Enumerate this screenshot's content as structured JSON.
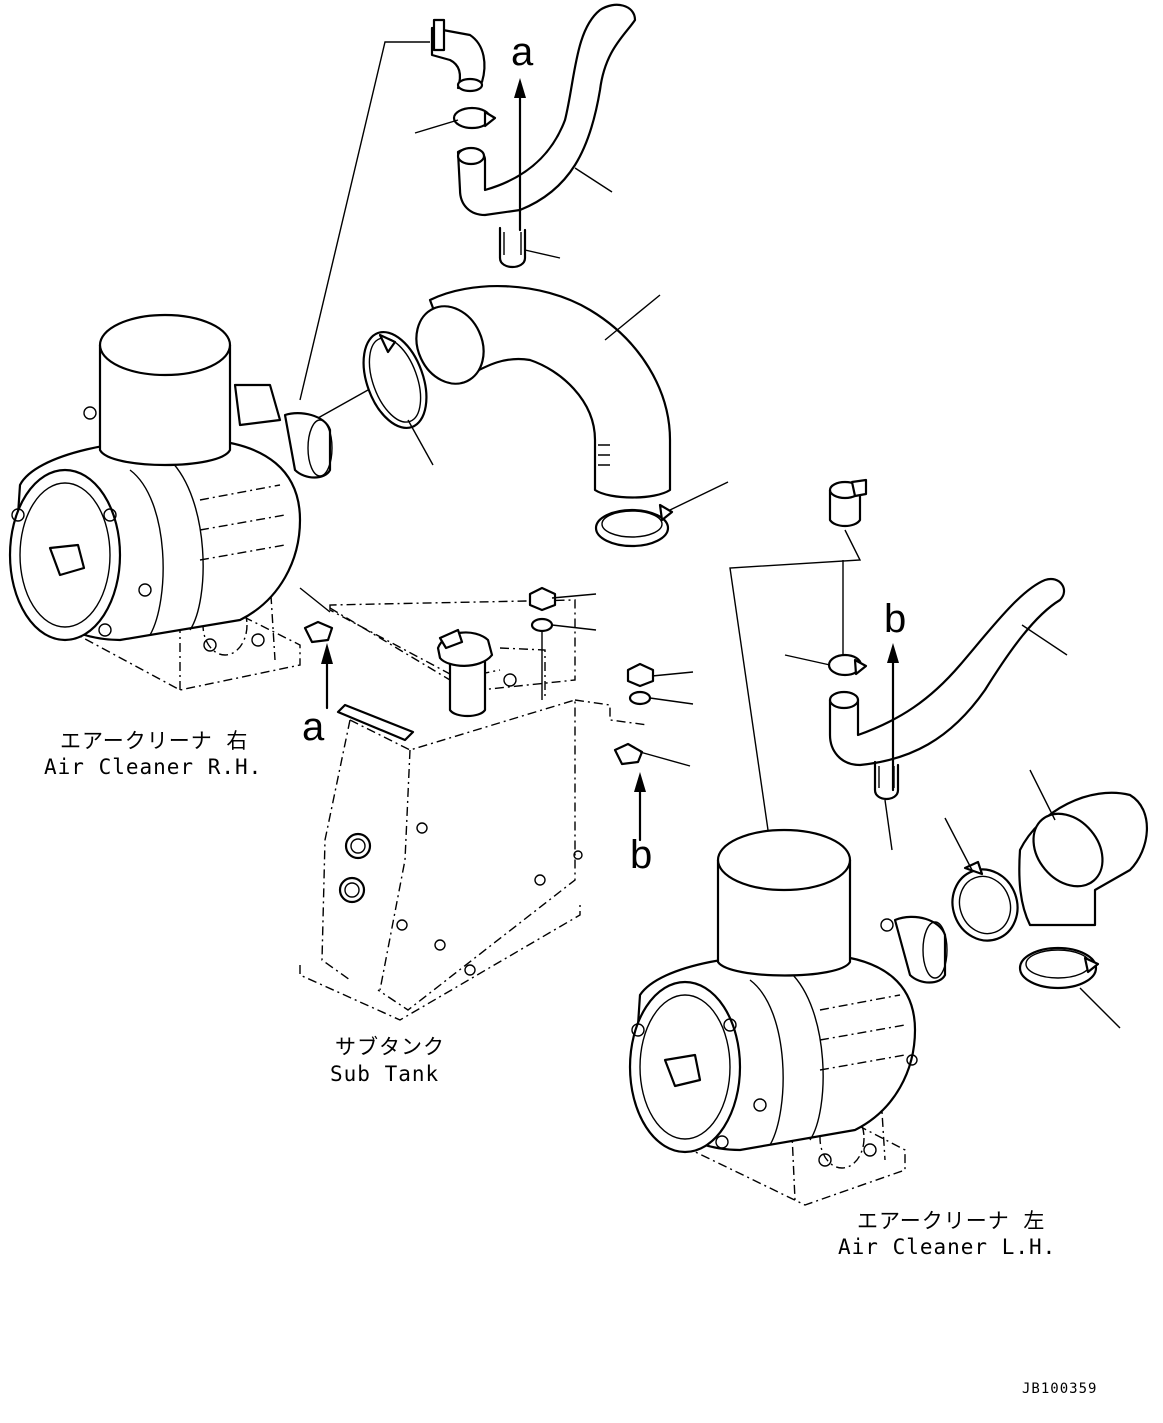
{
  "labels": {
    "air_cleaner_rh_jp": "エアークリーナ 右",
    "air_cleaner_rh_en": "Air Cleaner R.H.",
    "sub_tank_jp": "サブタンク",
    "sub_tank_en": "Sub Tank",
    "air_cleaner_lh_jp": "エアークリーナ 左",
    "air_cleaner_lh_en": "Air Cleaner L.H."
  },
  "markers": {
    "a_top": "a",
    "a_bottom": "a",
    "b_top": "b",
    "b_bottom": "b"
  },
  "drawing_number": "JB100359"
}
